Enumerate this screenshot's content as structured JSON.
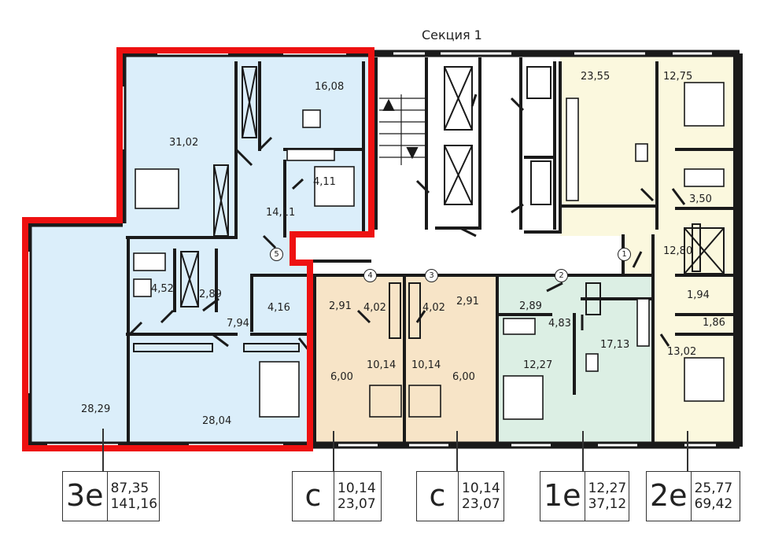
{
  "section_title": "Секция 1",
  "highlight_color": "#ee1111",
  "room_colors": {
    "apt_3e": "#dbeefa",
    "studio": "#f7e4c7",
    "apt_1e": "#dcefe4",
    "apt_2e": "#fbf8de",
    "common": "#ffffff"
  },
  "room_areas": {
    "r_31_02": "31,02",
    "r_16_08": "16,08",
    "r_4_11": "4,11",
    "r_14_11": "14,11",
    "r_4_52": "4,52",
    "r_2_89_a": "2,89",
    "r_7_94": "7,94",
    "r_4_16": "4,16",
    "r_28_29": "28,29",
    "r_28_04": "28,04",
    "r_2_91_a": "2,91",
    "r_4_02_a": "4,02",
    "r_10_14_a": "10,14",
    "r_6_00_a": "6,00",
    "r_4_02_b": "4,02",
    "r_2_91_b": "2,91",
    "r_10_14_b": "10,14",
    "r_6_00_b": "6,00",
    "r_2_89_b": "2,89",
    "r_4_83": "4,83",
    "r_17_13": "17,13",
    "r_12_27": "12,27",
    "r_23_55": "23,55",
    "r_12_75": "12,75",
    "r_3_50": "3,50",
    "r_12_80": "12,80",
    "r_1_94": "1,94",
    "r_1_86": "1,86",
    "r_13_02": "13,02"
  },
  "apartment_numbers": [
    "1",
    "2",
    "3",
    "4",
    "5"
  ],
  "legend": [
    {
      "code": "3е",
      "living": "87,35",
      "total": "141,16"
    },
    {
      "code": "с",
      "living": "10,14",
      "total": "23,07"
    },
    {
      "code": "с",
      "living": "10,14",
      "total": "23,07"
    },
    {
      "code": "1е",
      "living": "12,27",
      "total": "37,12"
    },
    {
      "code": "2е",
      "living": "25,77",
      "total": "69,42"
    }
  ]
}
